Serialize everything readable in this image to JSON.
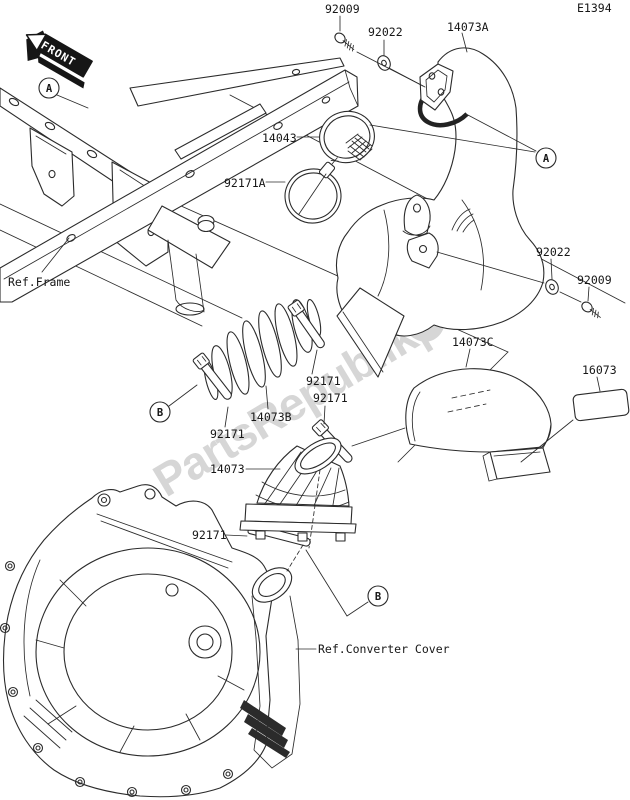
{
  "page": {
    "diagram_code": "E1394",
    "background": "#ffffff",
    "line_color": "#2b2b2b"
  },
  "watermark": {
    "text": "PartsRepublik|",
    "color": "#d6d6d6",
    "logo": "gear-droplet"
  },
  "front_badge": {
    "label": "FRONT"
  },
  "markers": {
    "a": "A",
    "b": "B"
  },
  "labels": {
    "screw_top": "92009",
    "washer_top": "92022",
    "duct_a": "14073A",
    "screen": "14043",
    "band_clamp": "92171A",
    "ref_frame": "Ref.Frame",
    "washer_right": "92022",
    "screw_right": "92009",
    "duct_c": "14073C",
    "pad": "16073",
    "clamp_upper": "92171",
    "clamp_mid": "92171",
    "duct_b": "14073B",
    "clamp_left": "92171",
    "boot": "14073",
    "clamp_bottom": "92171",
    "ref_converter_cover": "Ref.Converter Cover"
  }
}
